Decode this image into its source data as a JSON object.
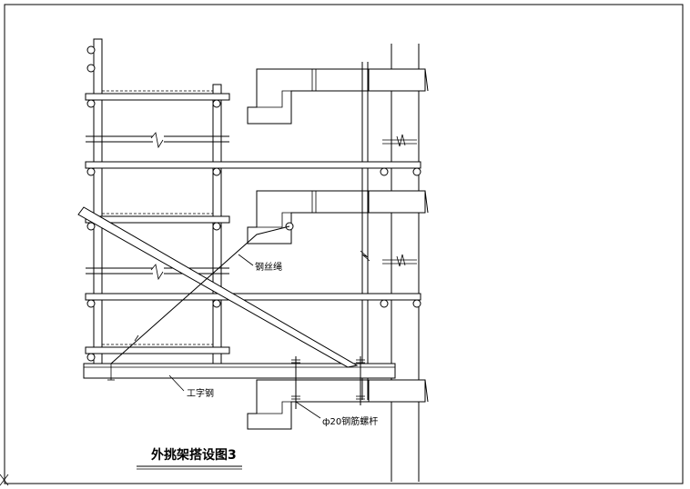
{
  "drawing": {
    "title": "外挑架搭设图3",
    "labels": {
      "wire_rope": "钢丝绳",
      "i_beam": "工字钢",
      "anchor_bolt": "ф20钢筋螺杆"
    }
  }
}
